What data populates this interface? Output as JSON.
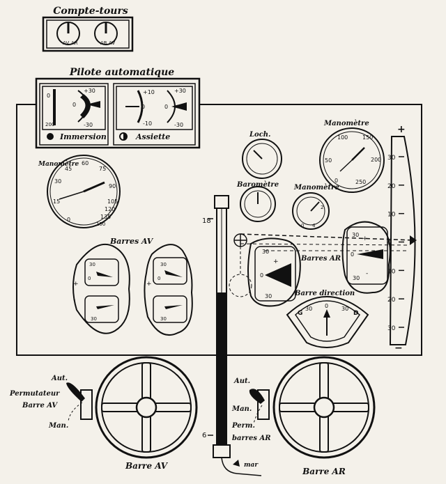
{
  "panels": {
    "compte_tours": {
      "title": "Compte-tours",
      "left_mark_a": "AV",
      "left_mark_b": "AR",
      "right_mark_a": "AR",
      "right_mark_b": "AV"
    },
    "pilote": {
      "title": "Pilote automatique",
      "immersion": {
        "label": "Immersion",
        "scale": [
          "+30",
          "0",
          "-30"
        ],
        "axis": [
          "0",
          "200"
        ]
      },
      "assiette": {
        "label": "Assiette",
        "scale": [
          "+30",
          "0",
          "-30"
        ],
        "axis": [
          "+10",
          "0",
          "-10"
        ]
      }
    }
  },
  "gauges": {
    "manometre_left": {
      "label": "Manomètre",
      "ticks": [
        "0",
        "15",
        "30",
        "45",
        "60",
        "75",
        "90",
        "105",
        "120",
        "135",
        "150"
      ]
    },
    "manometre_right": {
      "label": "Manomètre",
      "ticks": [
        "0",
        "50",
        "100",
        "150",
        "200",
        "250"
      ]
    },
    "loch": {
      "label": "Loch."
    },
    "barometre": {
      "label": "Baromètre"
    },
    "manometre_small": {
      "label": "Manomètre",
      "ticks": [
        "0",
        "4",
        "2"
      ]
    },
    "barres_av": {
      "label": "Barres AV",
      "ticks": [
        "+",
        "30",
        "0",
        "-",
        "30"
      ]
    },
    "barres_ar": {
      "label": "Barres AR",
      "ticks": [
        "30",
        "+",
        "0",
        "30",
        "-"
      ]
    },
    "barre_direction": {
      "label": "Barre direction",
      "ticks": [
        "G",
        "30",
        "0",
        "30",
        "D"
      ]
    }
  },
  "depth_scale": {
    "plus": "+",
    "minus": "−",
    "ticks": [
      "30",
      "20",
      "10",
      "0",
      "10",
      "20",
      "30"
    ]
  },
  "column": {
    "top": "18",
    "bottom": "6",
    "arrow_label": "mar"
  },
  "wheels": {
    "left_label": "Barre AV",
    "right_label": "Barre AR"
  },
  "left_switch": {
    "aut": "Aut.",
    "perm": "Permutateur",
    "barre": "Barre AV",
    "man": "Man."
  },
  "right_switch": {
    "aut": "Aut.",
    "man": "Man.",
    "perm": "Perm.",
    "barres": "barres AR"
  }
}
